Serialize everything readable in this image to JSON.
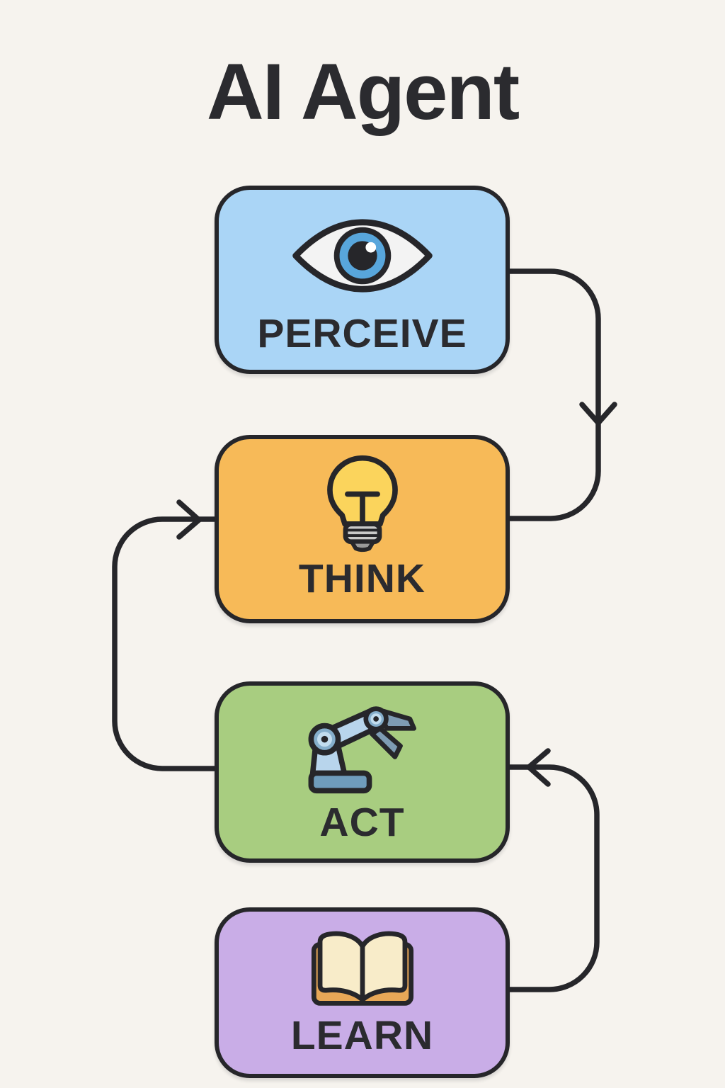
{
  "title": "AI Agent",
  "nodes": [
    {
      "id": "perceive",
      "label": "PERCEIVE",
      "fill": "#aad5f6",
      "icon": "eye-icon"
    },
    {
      "id": "think",
      "label": "THINK",
      "fill": "#f7ba58",
      "icon": "lightbulb-icon"
    },
    {
      "id": "act",
      "label": "ACT",
      "fill": "#a8cd80",
      "icon": "robot-arm-icon"
    },
    {
      "id": "learn",
      "label": "LEARN",
      "fill": "#c9ade7",
      "icon": "open-book-icon"
    }
  ],
  "edges": [
    {
      "from": "perceive",
      "to": "think",
      "side": "right",
      "arrow_direction": "down"
    },
    {
      "from": "act",
      "to": "think",
      "side": "left",
      "arrow_direction": "right"
    },
    {
      "from": "learn",
      "to": "act",
      "side": "right",
      "arrow_direction": "left"
    }
  ],
  "colors": {
    "background": "#f6f3ee",
    "outline": "#26262a",
    "text": "#2b2b2f",
    "eye_iris": "#58a6dc",
    "bulb_yellow": "#fbd45c",
    "robot_blue": "#b8d5ec",
    "book_cover": "#e7a757",
    "book_pages": "#f8ecc9"
  }
}
